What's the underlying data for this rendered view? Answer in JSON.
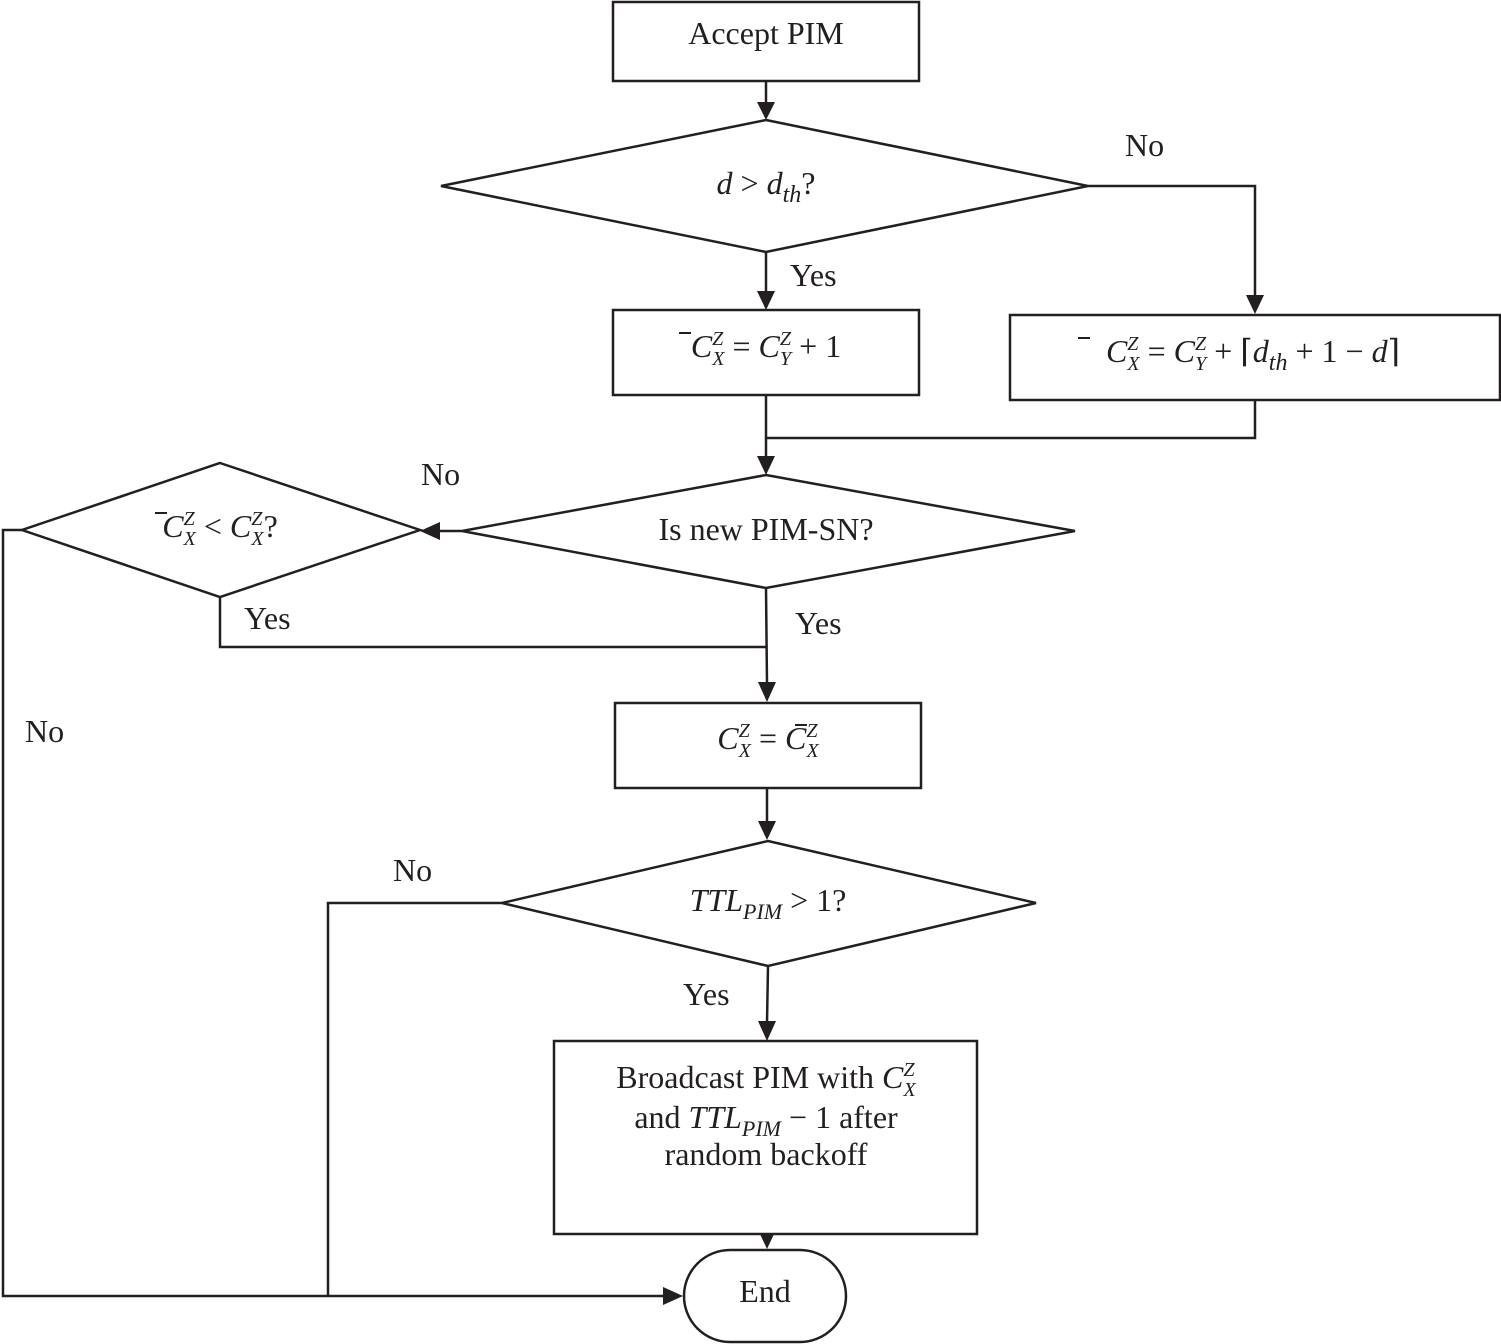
{
  "nodes": {
    "accept_pim": {
      "label": "Accept PIM"
    },
    "decision_d": {
      "var": "d",
      "op": " > ",
      "sym": "d",
      "sub": "th",
      "tail": "?"
    },
    "assign_plus1": {
      "lhs": "C",
      "lhs_sup": "Z",
      "lhs_sub": "X",
      "eq": " = ",
      "rhs": "C",
      "rhs_sup": "Z",
      "rhs_sub": "Y",
      "tail": " + 1"
    },
    "assign_ceil": {
      "lhs": "C",
      "lhs_sup": "Z",
      "lhs_sub": "X",
      "eq": " = ",
      "rhs": "C",
      "rhs_sup": "Z",
      "rhs_sub": "Y",
      "mid": " + ⌈",
      "sym": "d",
      "sub": "th",
      "tail": " + 1 − ",
      "var": "d",
      "close": "⌉"
    },
    "decision_new_sn": {
      "label": "Is new PIM-SN?"
    },
    "decision_compare": {
      "lhs": "C",
      "lhs_sup": "Z",
      "lhs_sub": "X",
      "op": " < ",
      "rhs": "C",
      "rhs_sup": "Z",
      "rhs_sub": "X",
      "tail": "?"
    },
    "assign_update": {
      "lhs": "C",
      "lhs_sup": "Z",
      "lhs_sub": "X",
      "eq": " = ",
      "rhs": "C",
      "rhs_sup": "Z",
      "rhs_sub": "X"
    },
    "decision_ttl": {
      "sym": "TTL",
      "sub": "PIM",
      "tail": " > 1?"
    },
    "broadcast": {
      "line1_text": "Broadcast PIM with ",
      "line1_sym": "C",
      "line1_sup": "Z",
      "line1_sub": "X",
      "line2_text": "and ",
      "line2_sym": "TTL",
      "line2_sub": "PIM",
      "line2_tail": " − 1 after",
      "line3_text": "random backoff"
    },
    "end": {
      "label": "End"
    }
  },
  "edge_labels": {
    "d_no": "No",
    "d_yes": "Yes",
    "sn_no": "No",
    "sn_yes": "Yes",
    "cmp_yes": "Yes",
    "cmp_no": "No",
    "ttl_no": "No",
    "ttl_yes": "Yes"
  },
  "colors": {
    "stroke": "#231f20",
    "background": "#ffffff"
  }
}
